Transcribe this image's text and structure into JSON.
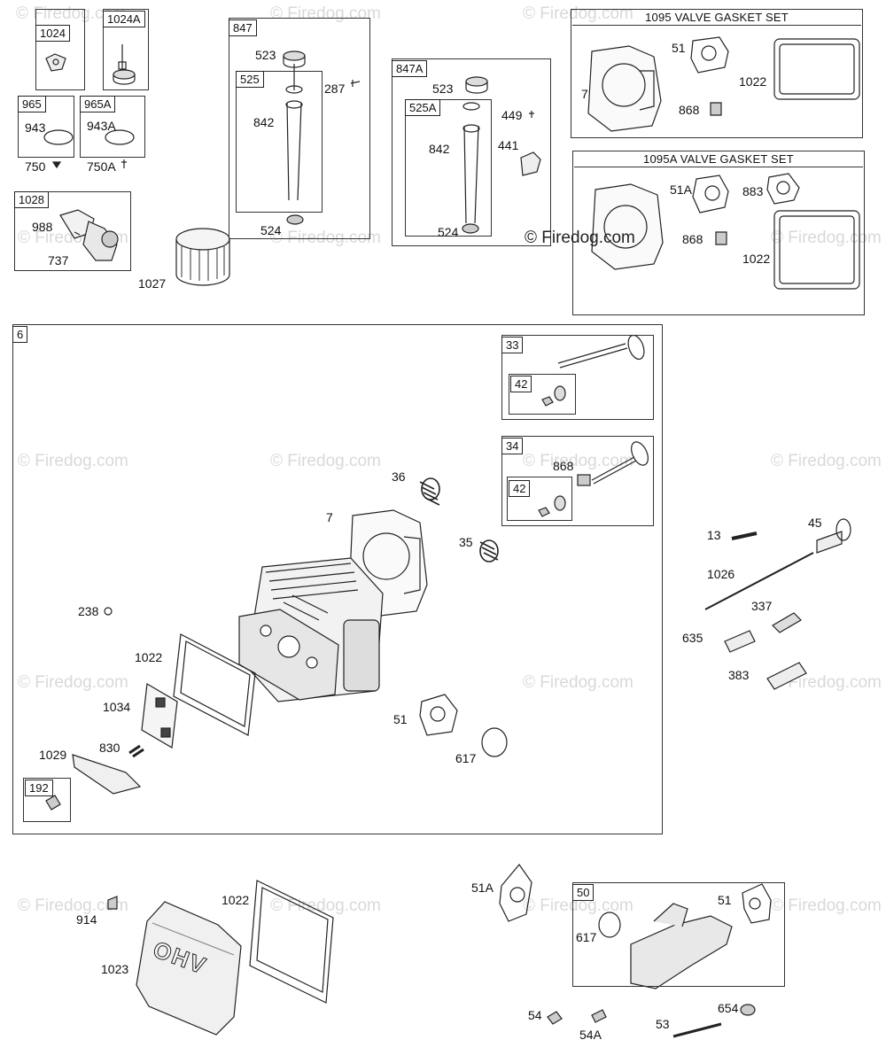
{
  "watermark": "© Firedog.com",
  "copyright": "© Firedog.com",
  "kits": {
    "k1095": "1095 VALVE GASKET SET",
    "k1095a": "1095A VALVE GASKET SET"
  },
  "boxes": {
    "b1024": "1024",
    "b1024a": "1024A",
    "b965": "965",
    "b965a": "965A",
    "b1028": "1028",
    "b847": "847",
    "b525": "525",
    "b847a": "847A",
    "b525a": "525A",
    "b6": "6",
    "b33": "33",
    "b42a": "42",
    "b34": "34",
    "b42b": "42",
    "b192": "192",
    "b50": "50"
  },
  "parts": {
    "p943": "943",
    "p750": "750",
    "p943a": "943A",
    "p750a": "750A",
    "p988": "988",
    "p737": "737",
    "p1027": "1027",
    "p523": "523",
    "p842": "842",
    "p287": "287",
    "p524": "524",
    "p523b": "523",
    "p842b": "842",
    "p449": "449",
    "p441": "441",
    "p524b": "524",
    "p7k": "7",
    "p51k": "51",
    "p1022k": "1022",
    "p868k": "868",
    "p51ak": "51A",
    "p883k": "883",
    "p868k2": "868",
    "p1022k2": "1022",
    "p868v": "868",
    "p36": "36",
    "p7": "7",
    "p35": "35",
    "p238": "238",
    "p1022": "1022",
    "p1034": "1034",
    "p830": "830",
    "p1029": "1029",
    "p51": "51",
    "p617": "617",
    "p13": "13",
    "p45": "45",
    "p1026": "1026",
    "p337": "337",
    "p635": "635",
    "p383": "383",
    "p914": "914",
    "p1022c": "1022",
    "p1023": "1023",
    "p51a": "51A",
    "p51b": "51",
    "p617b": "617",
    "p54": "54",
    "p54a": "54A",
    "p654": "654",
    "p53": "53"
  },
  "cover_text": "OHV"
}
